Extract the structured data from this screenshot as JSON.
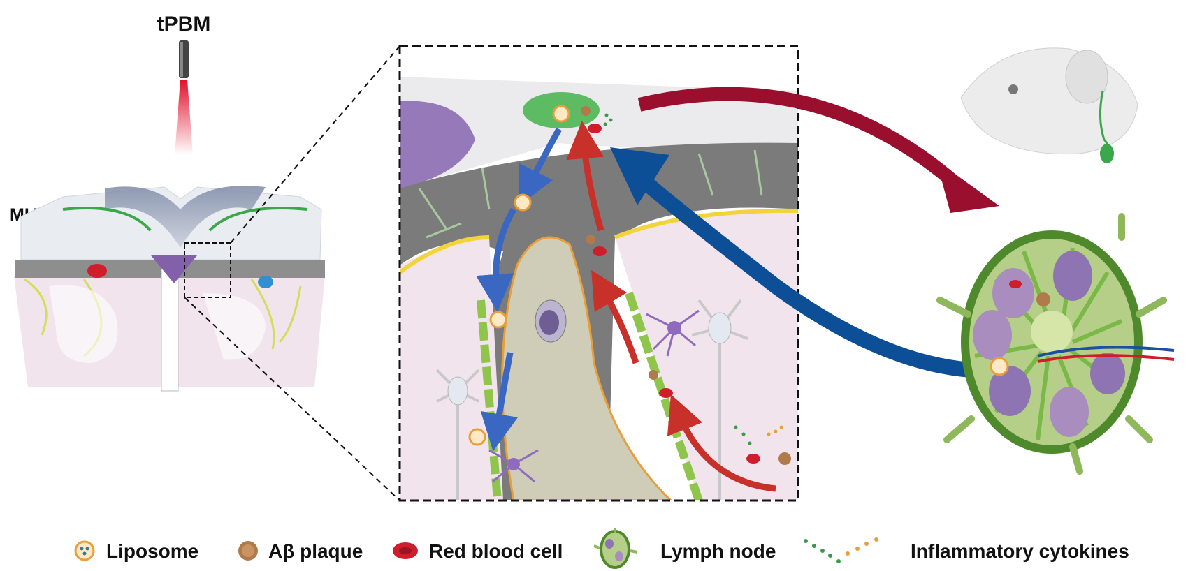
{
  "labels": {
    "device": "tPBM",
    "vessels": "MLVs"
  },
  "legend": [
    {
      "key": "liposome",
      "label": "Liposome",
      "icon": "liposome-icon"
    },
    {
      "key": "abeta",
      "label": "Aβ plaque",
      "icon": "abeta-plaque-icon"
    },
    {
      "key": "rbc",
      "label": "Red blood cell",
      "icon": "red-blood-cell-icon"
    },
    {
      "key": "lymph",
      "label": "Lymph node",
      "icon": "lymph-node-icon"
    },
    {
      "key": "cytokines",
      "label": "Inflammatory cytokines",
      "icon": "cytokines-icon"
    }
  ],
  "colors": {
    "laser": "#e0102a",
    "blue_arrow": "#0d4f96",
    "red_arrow": "#9a0f2e",
    "flow_red": "#c8302a",
    "flow_blue": "#3a67c2",
    "lymph_green": "#7ab848",
    "lymph_dark": "#4e8a2c",
    "brain_pink": "#f1e4ec",
    "meninges_gray": "#7c7c7c"
  }
}
